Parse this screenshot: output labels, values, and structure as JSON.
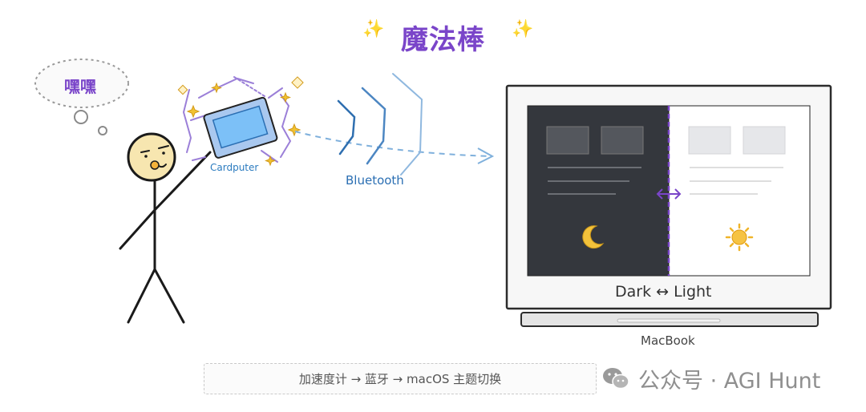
{
  "title": "魔法棒",
  "sparkle_glyph": "✨",
  "thought_text": "嘿嘿",
  "device_label": "Cardputer",
  "signal_label": "Bluetooth",
  "mode_label": "Dark ↔ Light",
  "laptop_label": "MacBook",
  "pipeline_text": "加速度计 → 蓝牙 → macOS 主题切换",
  "watermark": "公众号 · AGI Hunt",
  "icons": [
    "moon-icon",
    "sun-icon",
    "wechat-icon",
    "sparkle-icon",
    "double-arrow-icon"
  ],
  "colors": {
    "title": "#7a45c9",
    "dark_panel": "#34373d",
    "light_panel": "#ffffff",
    "divider": "#7a45c9",
    "bluetooth": "#2b6fb3",
    "signal_arrow": "#7fb0dc",
    "sparkle": "#f1c232"
  }
}
